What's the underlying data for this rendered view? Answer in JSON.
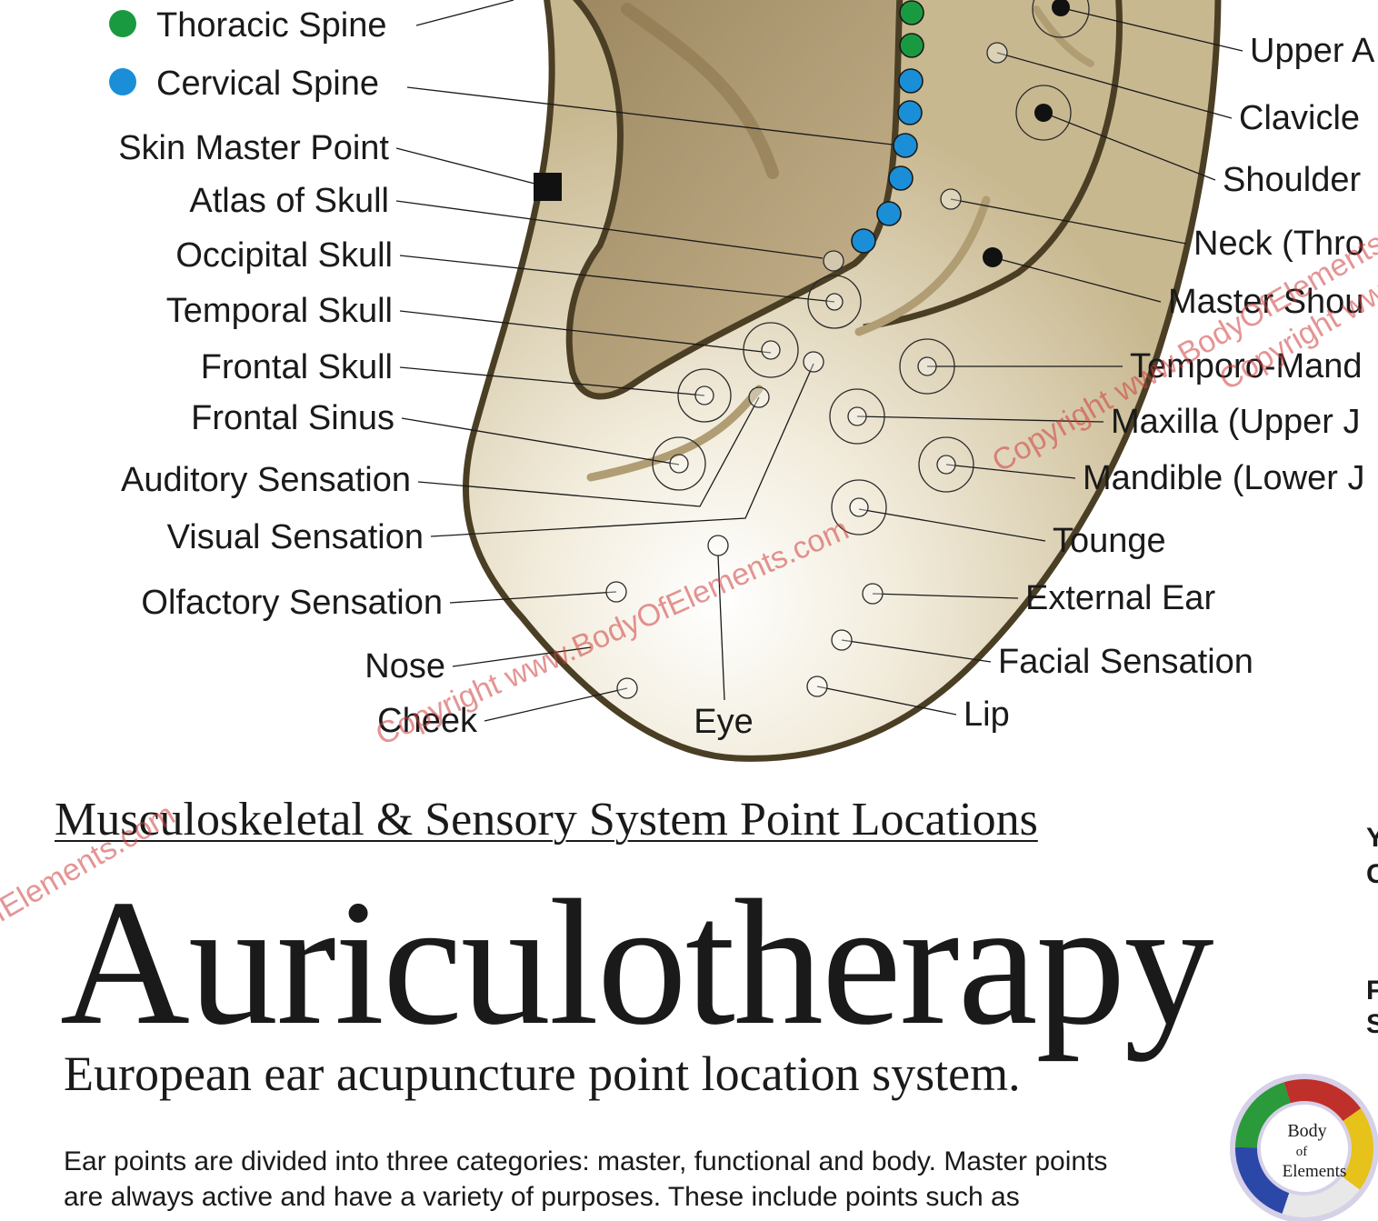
{
  "legend": [
    {
      "label": "Thoracic Spine",
      "color": "#1a9a40"
    },
    {
      "label": "Cervical Spine",
      "color": "#1a8fd8"
    }
  ],
  "labels_left": [
    "Skin Master Point",
    "Atlas of Skull",
    "Occipital Skull",
    "Temporal Skull",
    "Frontal Skull",
    "Frontal Sinus",
    "Auditory Sensation",
    "Visual Sensation",
    "Olfactory Sensation",
    "Nose",
    "Cheek"
  ],
  "labels_right": [
    "Upper A",
    "Clavicle",
    "Shoulder",
    "Neck (Thro",
    "Master Shou",
    "Temporo-Mand",
    "Maxilla (Upper J",
    "Mandible (Lower J",
    "Tounge",
    "External Ear",
    "Facial Sensation",
    "Lip"
  ],
  "label_bottom": "Eye",
  "heading": "Musculoskeletal & Sensory System Point Locations",
  "title": "Auriculotherapy",
  "subtitle": "European ear acupuncture point location system.",
  "intro_lines": [
    "Ear points are divided into three categories: master, functional and body. Master points",
    "are always active and have a variety of purposes. These include points such as"
  ],
  "edge_fragments": [
    "Y",
    "C",
    "F",
    "S"
  ],
  "watermark": "Copyright www.BodyOfElements.com",
  "logo": {
    "line1": "Body",
    "line2": "of",
    "line3": "Elements"
  },
  "colors": {
    "ear_fill": "#d8cdb0",
    "ear_outline": "#4a3e24",
    "canal": "#b09d74",
    "watermark": "#cd3c3c",
    "logo_ring": [
      "#c0302a",
      "#e6c21a",
      "#e8e8e8",
      "#2b48a8",
      "#2a9a3a"
    ]
  }
}
